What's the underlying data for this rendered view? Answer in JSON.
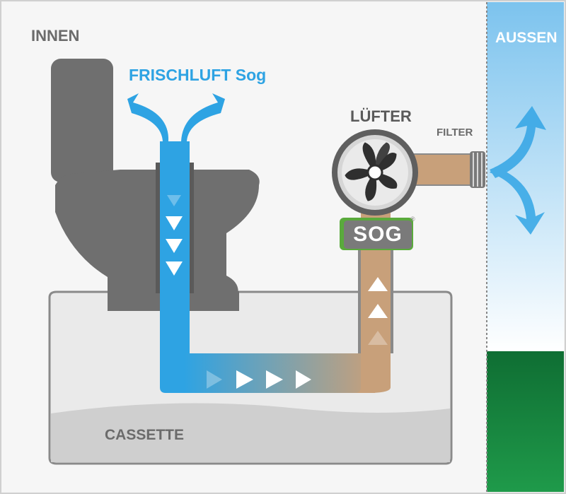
{
  "labels": {
    "inside": "INNEN",
    "fresh_air": "FRISCHLUFT Sog",
    "fan": "LÜFTER",
    "filter": "FILTER",
    "outside": "AUSSEN",
    "cassette": "CASSETTE"
  },
  "logo": {
    "text": "SOG",
    "registered": "®"
  },
  "colors": {
    "fresh_air": "#2ea3e3",
    "exhaust_air": "#c8a07a",
    "toilet": "#707070",
    "cassette": "#e4e4e4",
    "sky": "#9fd3f2",
    "grass": "#15803d",
    "logo_green": "#5aaa3c"
  },
  "icons": [
    "fan-icon",
    "arrow-down-icon",
    "arrow-right-icon",
    "arrow-up-icon",
    "exhaust-arrow-icon"
  ]
}
